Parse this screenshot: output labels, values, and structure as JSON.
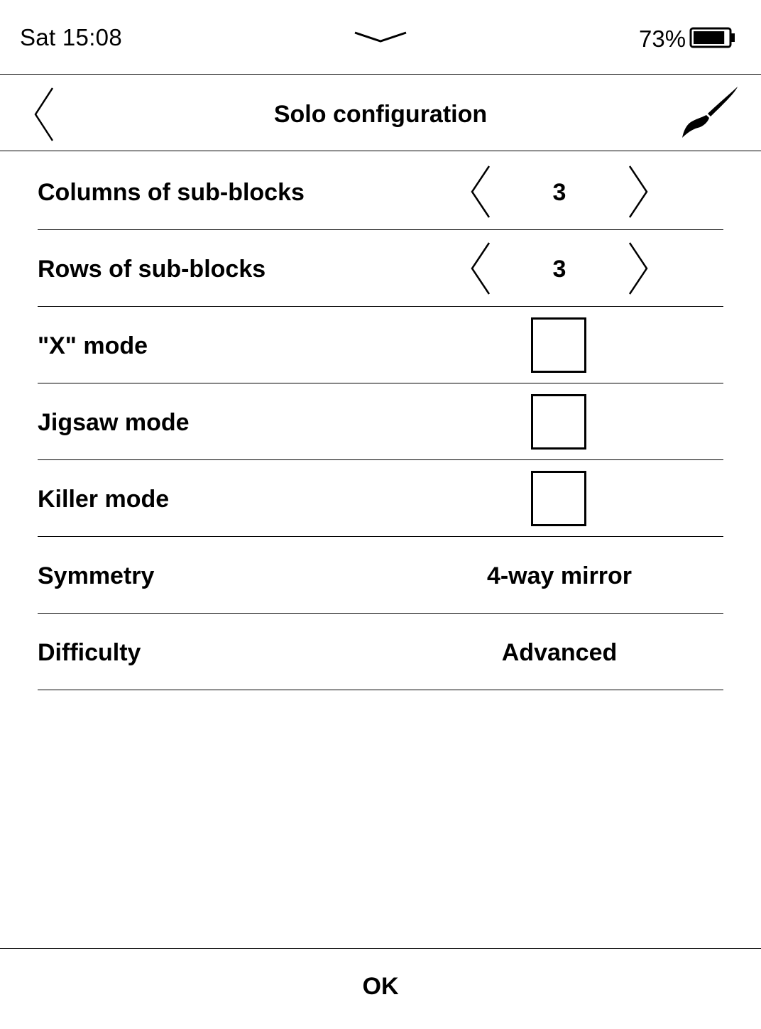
{
  "status": {
    "time": "Sat 15:08",
    "battery_percent": "73%",
    "battery_level": 0.9
  },
  "header": {
    "title": "Solo configuration",
    "back_icon": "chevron-left-icon",
    "theme_icon": "paintbrush-icon"
  },
  "settings": {
    "columns": {
      "label": "Columns of sub-blocks",
      "value": "3"
    },
    "rows": {
      "label": "Rows of sub-blocks",
      "value": "3"
    },
    "x_mode": {
      "label": "\"X\" mode",
      "checked": false
    },
    "jigsaw_mode": {
      "label": "Jigsaw mode",
      "checked": false
    },
    "killer_mode": {
      "label": "Killer mode",
      "checked": false
    },
    "symmetry": {
      "label": "Symmetry",
      "value": "4-way mirror"
    },
    "difficulty": {
      "label": "Difficulty",
      "value": "Advanced"
    }
  },
  "footer": {
    "ok_label": "OK"
  }
}
